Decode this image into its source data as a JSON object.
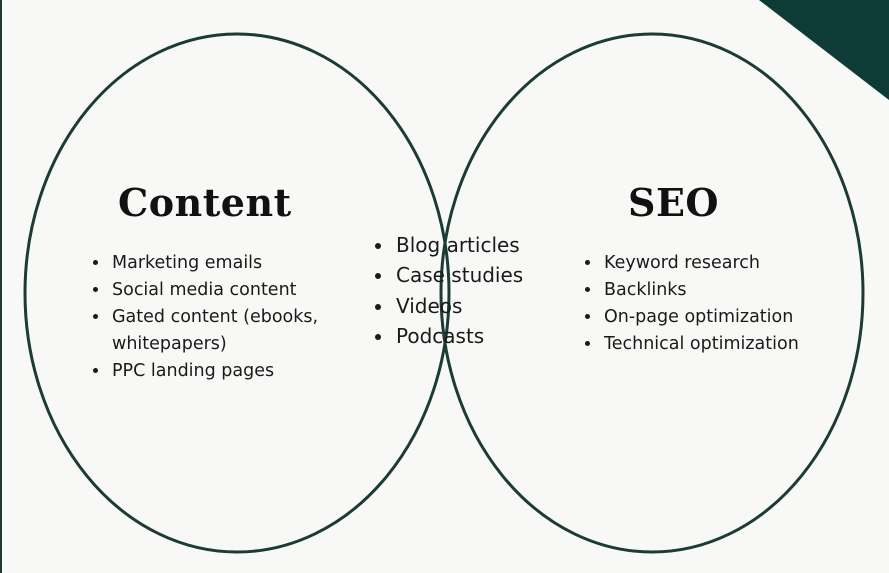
{
  "diagram": {
    "left_circle": {
      "title": "Content",
      "items": [
        "Marketing emails",
        "Social media content",
        "Gated content (ebooks, whitepapers)",
        "PPC landing pages"
      ]
    },
    "overlap": {
      "items": [
        "Blog articles",
        "Case studies",
        "Videos",
        "Podcasts"
      ]
    },
    "right_circle": {
      "title": "SEO",
      "items": [
        "Keyword research",
        "Backlinks",
        "On-page optimization",
        "Technical optimization"
      ]
    }
  },
  "colors": {
    "background": "#f8f8f7",
    "outline": "#1d3b35",
    "accent": "#0e3b35",
    "text": "#1a1a1a"
  }
}
